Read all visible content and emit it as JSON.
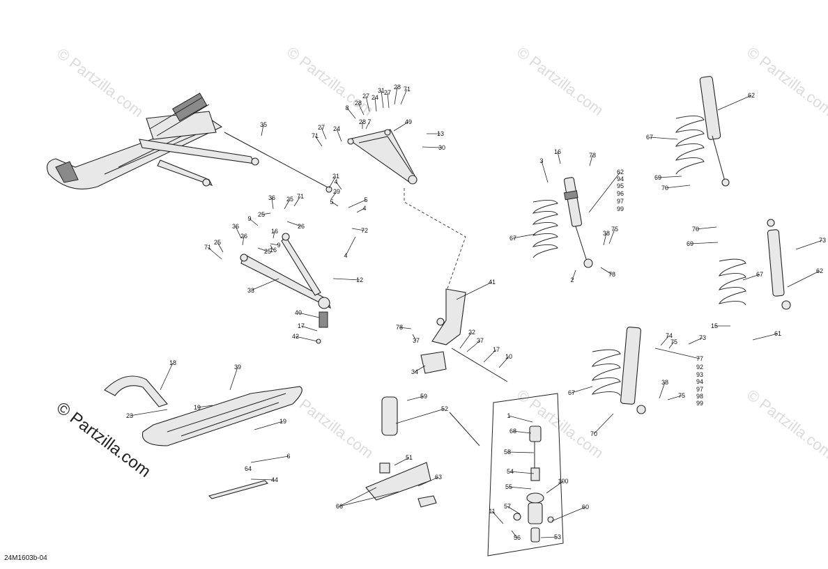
{
  "watermark": "© Partzilla.com",
  "figure_code": "24M1603b-04",
  "callouts": [
    "35",
    "8",
    "28",
    "27",
    "24",
    "31",
    "27",
    "28",
    "71",
    "28",
    "7",
    "49",
    "13",
    "30",
    "27",
    "71",
    "24",
    "62",
    "67",
    "69",
    "70",
    "16",
    "78",
    "3",
    "62",
    "94",
    "95",
    "96",
    "97",
    "99",
    "67",
    "21",
    "4",
    "29",
    "5",
    "5",
    "4",
    "72",
    "4",
    "36",
    "25",
    "71",
    "25",
    "26",
    "9",
    "36",
    "26",
    "16",
    "71",
    "25",
    "25",
    "16",
    "9",
    "33",
    "12",
    "40",
    "17",
    "42",
    "38",
    "75",
    "78",
    "2",
    "70",
    "69",
    "73",
    "67",
    "62",
    "41",
    "78",
    "37",
    "22",
    "37",
    "34",
    "17",
    "10",
    "15",
    "61",
    "74",
    "75",
    "73",
    "77",
    "92",
    "93",
    "94",
    "97",
    "98",
    "99",
    "67",
    "38",
    "75",
    "70",
    "18",
    "39",
    "19",
    "23",
    "19",
    "59",
    "52",
    "1",
    "68",
    "58",
    "54",
    "55",
    "100",
    "57",
    "11",
    "60",
    "56",
    "53",
    "6",
    "44",
    "51",
    "63",
    "64",
    "66"
  ]
}
